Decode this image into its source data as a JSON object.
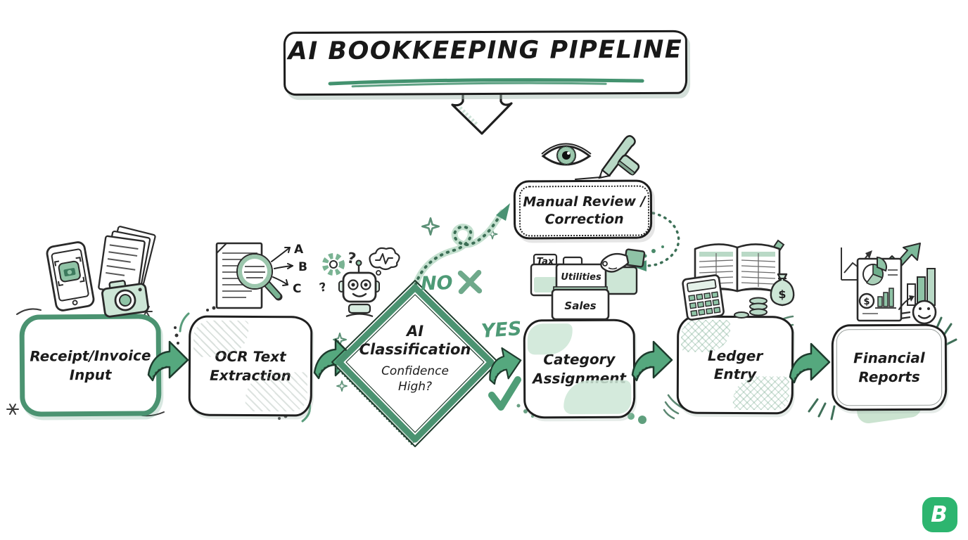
{
  "title": "AI BOOKKEEPING PIPELINE",
  "nodes": {
    "receipt_input": {
      "line1": "Receipt/Invoice",
      "line2": "Input"
    },
    "ocr_extraction": {
      "line1": "OCR Text",
      "line2": "Extraction"
    },
    "ai_classification": {
      "line1": "AI",
      "line2": "Classification",
      "sub1": "Confidence",
      "sub2": "High?"
    },
    "manual_review": {
      "line1": "Manual Review /",
      "line2": "Correction"
    },
    "category_assignment": {
      "line1": "Category",
      "line2": "Assignment"
    },
    "ledger_entry": {
      "line1": "Ledger",
      "line2": "Entry"
    },
    "financial_reports": {
      "line1": "Financial",
      "line2": "Reports"
    }
  },
  "branches": {
    "no": "NO",
    "yes": "YES"
  },
  "folders": {
    "back": "Tax",
    "middle": "Utilities",
    "front": "Sales"
  },
  "ocr_letters": {
    "a": "A",
    "b": "B",
    "c": "C"
  },
  "glyphs": {
    "question_mark": "?",
    "dollar": "$"
  },
  "logo": {
    "letter": "B"
  },
  "colors": {
    "ink": "#1f1f1f",
    "accent_green": "#4b9371",
    "arrow_green": "#55a87e",
    "branch_green": "#4e9a76",
    "light_green": "#cde6d6",
    "logo_green": "#2db56f"
  }
}
